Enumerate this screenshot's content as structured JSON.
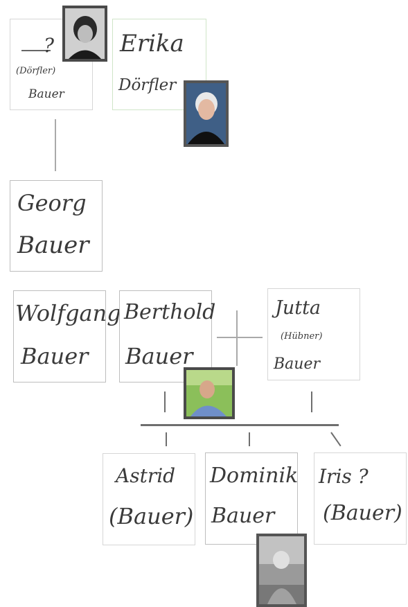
{
  "people": {
    "unknown_grandmother": {
      "first": "?",
      "maiden": "(Dörfler)",
      "last": "Bauer"
    },
    "erika": {
      "first": "Erika",
      "last": "Dörfler"
    },
    "georg": {
      "first": "Georg",
      "last": "Bauer"
    },
    "wolfgang": {
      "first": "Wolfgang",
      "last": "Bauer"
    },
    "berthold": {
      "first": "Berthold",
      "last": "Bauer"
    },
    "jutta": {
      "first": "Jutta",
      "maiden": "(Hübner)",
      "last": "Bauer"
    },
    "astrid": {
      "first": "Astrid",
      "last": "(Bauer)"
    },
    "dominik": {
      "first": "Dominik",
      "last": "Bauer"
    },
    "iris": {
      "first": "Iris ?",
      "last": "(Bauer)"
    }
  },
  "photos": [
    {
      "name": "grandmother-photo",
      "tone": "bw"
    },
    {
      "name": "erika-photo",
      "tone": "color"
    },
    {
      "name": "berthold-photo",
      "tone": "color"
    },
    {
      "name": "dominik-photo",
      "tone": "bw"
    }
  ]
}
